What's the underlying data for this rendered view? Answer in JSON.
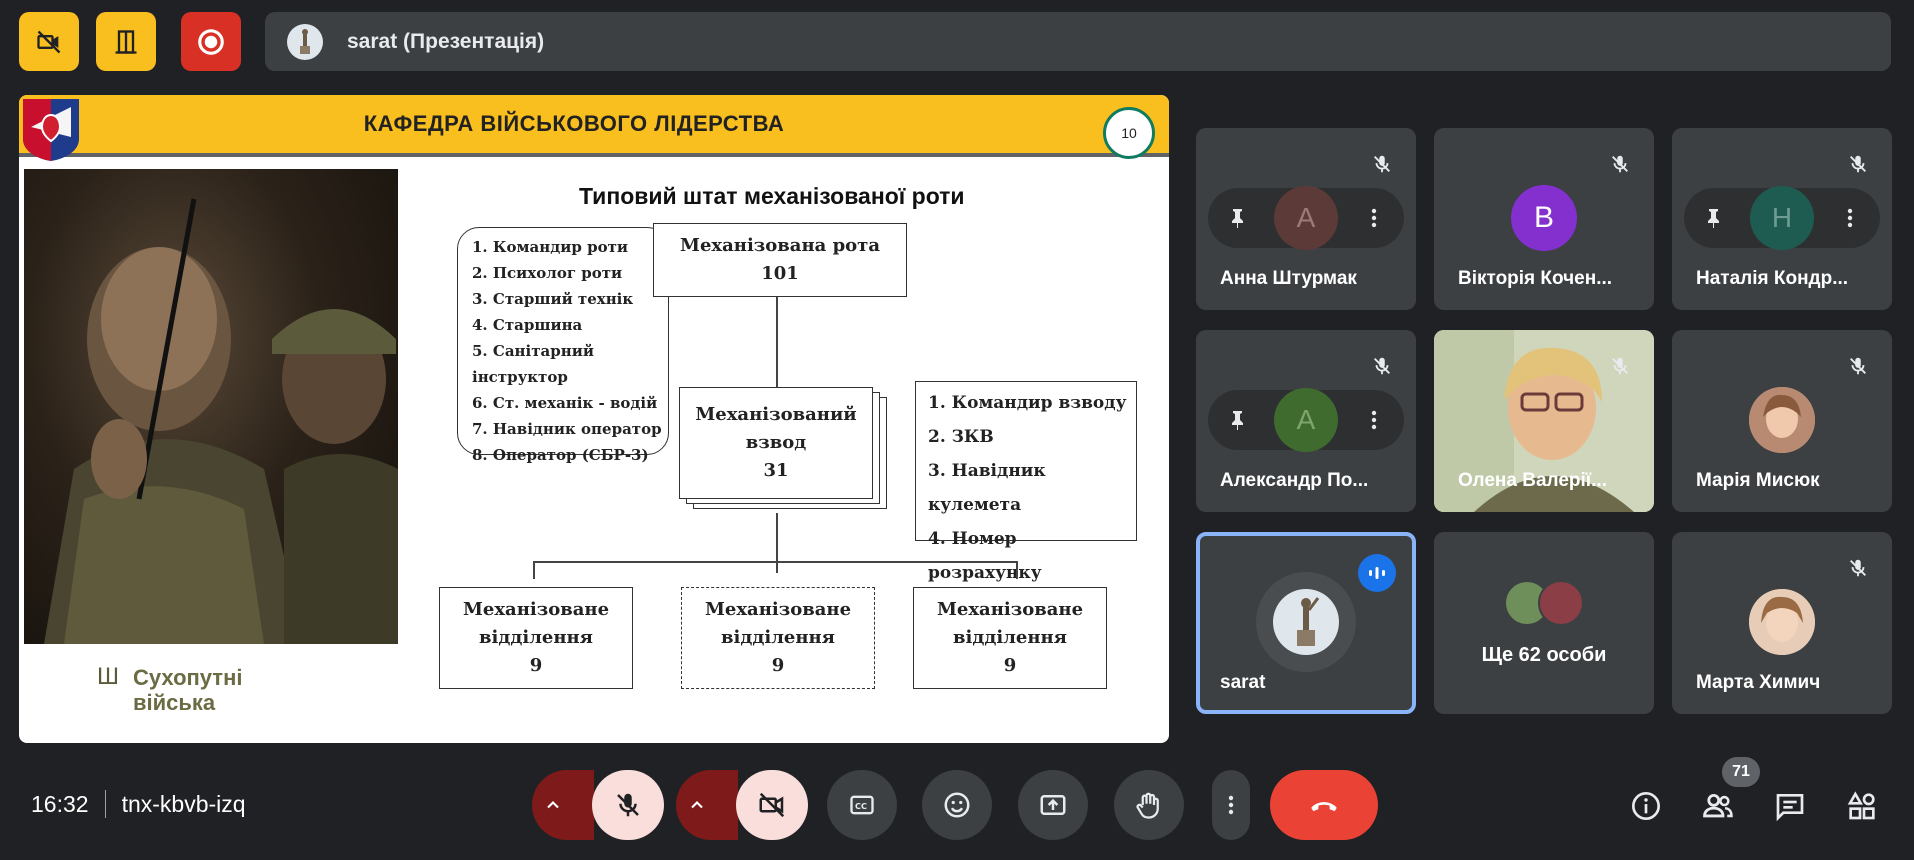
{
  "meeting": {
    "presenter_title": "sarat (Презентація)",
    "time": "16:32",
    "code": "tnx-kbvb-izq",
    "participants_count": "71"
  },
  "slide": {
    "header": "КАФЕДРА ВІЙСЬКОВОГО ЛІДЕРСТВА",
    "page_number": "10",
    "diagram_title": "Типовий штат механізованої роти",
    "company_box": [
      "Механізована рота",
      "101"
    ],
    "company_roles": [
      "1. Командир роти",
      "2. Психолог роти",
      "3. Старший технік",
      "4. Старшина",
      "5. Санітарний інструктор",
      "6. Ст. механік - водій",
      "7. Навідник оператор",
      "8. Оператор (СБР-3)"
    ],
    "platoon_box": [
      "Механізований",
      "взвод",
      "31"
    ],
    "platoon_roles": [
      "1. Командир взводу",
      "2. ЗКВ",
      "3. Навідник кулемета",
      "4. Номер розрахунку"
    ],
    "squads": [
      {
        "line1": "Механізоване",
        "line2": "відділення",
        "count": "9"
      },
      {
        "line1": "Механізоване",
        "line2": "відділення",
        "count": "9"
      },
      {
        "line1": "Механізоване",
        "line2": "відділення",
        "count": "9"
      }
    ],
    "land_forces": [
      "Сухопутні",
      "війська"
    ]
  },
  "participants": [
    {
      "name": "Анна Штурмак",
      "initial": "А",
      "color": "#5c3a37"
    },
    {
      "name": "Вікторія Кочен...",
      "initial": "B",
      "color": "#8430ce"
    },
    {
      "name": "Наталія Кондр...",
      "initial": "Н",
      "color": "#1e5c52"
    },
    {
      "name": "Александр По...",
      "initial": "А",
      "color": "#3f6b2e"
    },
    {
      "name": "Олена Валерії..."
    },
    {
      "name": "Марія Мисюк"
    },
    {
      "name": "sarat"
    },
    {
      "name": "Ще 62 особи"
    },
    {
      "name": "Марта Химич"
    }
  ],
  "colors": {
    "accent_yellow": "#f9bf1e",
    "record_red": "#d93025",
    "tile_bg": "#3c4043",
    "selected_border": "#8ab4f8",
    "speaking_blue": "#1a73e8",
    "end_call_red": "#ea4335"
  },
  "icons": {
    "top": [
      "no-video-icon",
      "door-exit-icon",
      "record-icon"
    ],
    "bottom_right": [
      "info-icon",
      "people-icon",
      "chat-icon",
      "activities-icon"
    ]
  }
}
